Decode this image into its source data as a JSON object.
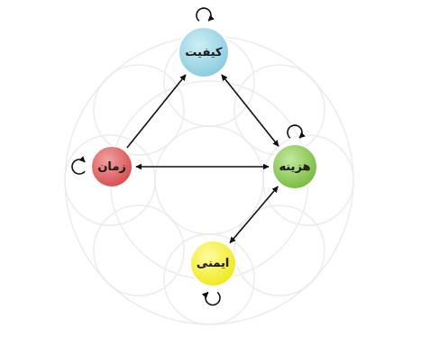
{
  "diagram": {
    "nodes": [
      {
        "text": [
          "کیفیت"
        ]
      },
      {
        "text": [
          "زمان"
        ]
      },
      {
        "text": [
          "هزینه"
        ]
      },
      {
        "text": [
          "ایمنی"
        ]
      }
    ],
    "edges": [
      {
        "from": 1,
        "to": 0,
        "arrow": "to"
      },
      {
        "from": 2,
        "to": 0,
        "arrow": "both"
      },
      {
        "from": 1,
        "to": 2,
        "arrow": "both"
      },
      {
        "from": 2,
        "to": 3,
        "arrow": "both"
      },
      {
        "from": 0,
        "to": 0,
        "arrow": "to"
      },
      {
        "from": 1,
        "to": 1,
        "arrow": "to"
      },
      {
        "from": 2,
        "to": 2,
        "arrow": "to"
      },
      {
        "from": 3,
        "to": 3,
        "arrow": "to"
      }
    ]
  }
}
